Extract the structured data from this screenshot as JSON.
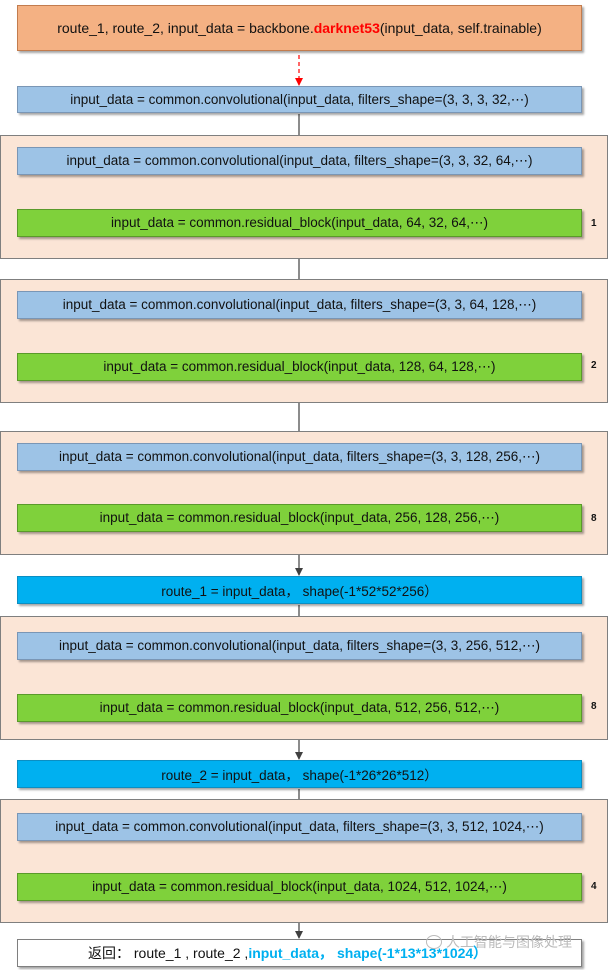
{
  "header": {
    "pre": "route_1, route_2, input_data = backbone.",
    "fn": "darknet53",
    "post": "(input_data, self.trainable)"
  },
  "first_conv": "input_data = common.convolutional(input_data, filters_shape=(3, 3,  3,  32,⋯)",
  "stages": [
    {
      "conv": "input_data = common.convolutional(input_data, filters_shape=(3, 3,  32,  64,⋯)",
      "res": "input_data = common.residual_block(input_data,  64,  32, 64,⋯)",
      "repeat": "1"
    },
    {
      "conv": "input_data = common.convolutional(input_data, filters_shape=(3, 3,  64,  128,⋯)",
      "res": "input_data = common.residual_block(input_data,  128,  64, 128,⋯)",
      "repeat": "2"
    },
    {
      "conv": "input_data = common.convolutional(input_data, filters_shape=(3, 3,  128,  256,⋯)",
      "res": "input_data = common.residual_block(input_data,  256,  128, 256,⋯)",
      "repeat": "8"
    },
    {
      "conv": "input_data = common.convolutional(input_data, filters_shape=(3, 3,  256,  512,⋯)",
      "res": "input_data = common.residual_block(input_data,  512,  256, 512,⋯)",
      "repeat": "8"
    },
    {
      "conv": "input_data = common.convolutional(input_data, filters_shape=(3, 3,  512,  1024,⋯)",
      "res": "input_data = common.residual_block(input_data,  1024,  512, 1024,⋯)",
      "repeat": "4"
    }
  ],
  "routes": [
    "route_1 = input_data， shape(-1*52*52*256）",
    "route_2 = input_data， shape(-1*26*26*512）"
  ],
  "return_row": {
    "pre": "返回： route_1 , route_2 , ",
    "hl": "input_data， shape(-1*13*13*1024）"
  },
  "watermark": "人工智能与图像处理",
  "colors": {
    "panel": "#fbe5d6",
    "conv": "#9dc3e6",
    "residual": "#7fd13b",
    "route": "#00b0f0",
    "header": "#f4b183",
    "skip_arrow": "#ff0000",
    "flow_arrow": "#404040"
  }
}
